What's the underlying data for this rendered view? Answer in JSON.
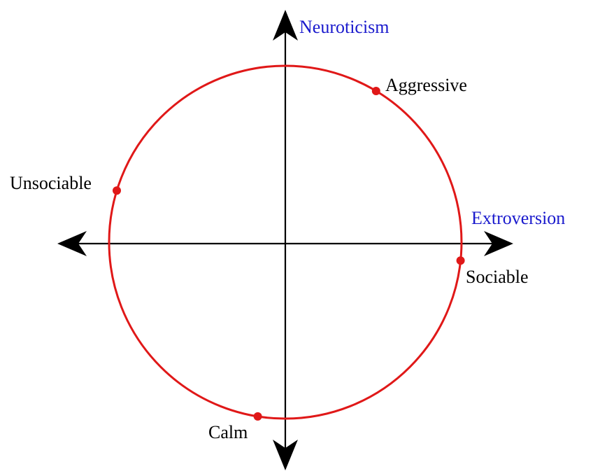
{
  "diagram": {
    "axes": {
      "vertical_label": "Neuroticism",
      "horizontal_label": "Extroversion",
      "label_color": "#1a1acd",
      "axis_color": "#000000"
    },
    "circle": {
      "color": "#e01818"
    },
    "points": [
      {
        "id": "aggressive",
        "label": "Aggressive",
        "angle_deg": 59
      },
      {
        "id": "unsociable",
        "label": "Unsociable",
        "angle_deg": 163
      },
      {
        "id": "sociable",
        "label": "Sociable",
        "angle_deg": -6
      },
      {
        "id": "calm",
        "label": "Calm",
        "angle_deg": -99
      }
    ]
  }
}
